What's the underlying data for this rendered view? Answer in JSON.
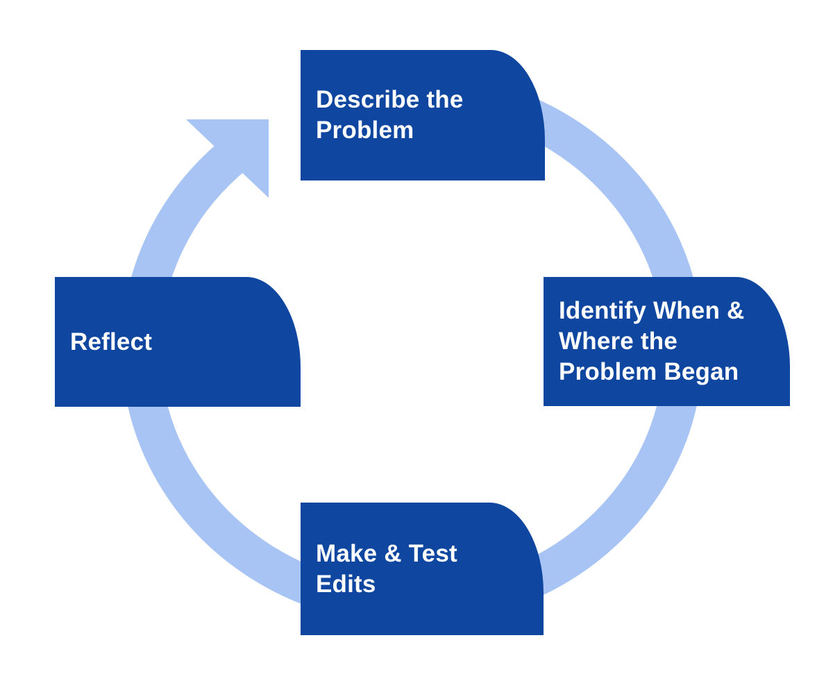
{
  "diagram": {
    "type": "cycle",
    "flow_direction": "clockwise",
    "colors": {
      "step_box": "#0f47a0",
      "ring_arrow": "#a7c4f5",
      "step_text": "#ffffff",
      "background": "#ffffff"
    },
    "steps": [
      {
        "id": "describe-the-problem",
        "position": "top",
        "label": "Describe the\nProblem"
      },
      {
        "id": "identify-when-where",
        "position": "right",
        "label": "Identify When &\nWhere the\nProblem Began"
      },
      {
        "id": "make-test-edits",
        "position": "bottom",
        "label": "Make & Test\nEdits"
      },
      {
        "id": "reflect",
        "position": "left",
        "label": "Reflect"
      }
    ]
  }
}
